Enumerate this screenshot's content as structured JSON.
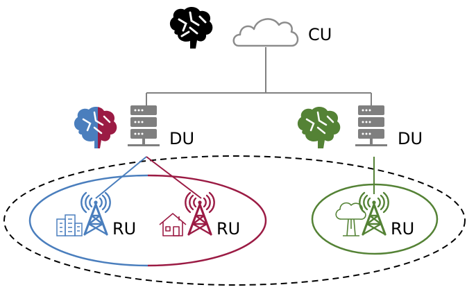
{
  "labels": {
    "cu": "CU",
    "du_left": "DU",
    "du_right": "DU",
    "ru_city": "RU",
    "ru_home": "RU",
    "ru_tree": "RU"
  },
  "colors": {
    "cu": "#000000",
    "left_du_blue": "#4a7ebd",
    "left_du_red": "#9b1b44",
    "right_du_green": "#548235",
    "server_gray": "#7f7f7f",
    "line_gray": "#808080",
    "cloud_stroke": "#8c8c8c",
    "boundary": "#000000"
  },
  "icons": {
    "cu_brain": "brain-icon",
    "cloud": "cloud-icon",
    "du_left_brain": "brain-icon",
    "du_right_brain": "brain-icon",
    "du_server": "server-icon",
    "ru_tower": "radio-tower-icon",
    "city": "city-buildings-icon",
    "home": "house-icon",
    "tree": "tree-icon"
  }
}
